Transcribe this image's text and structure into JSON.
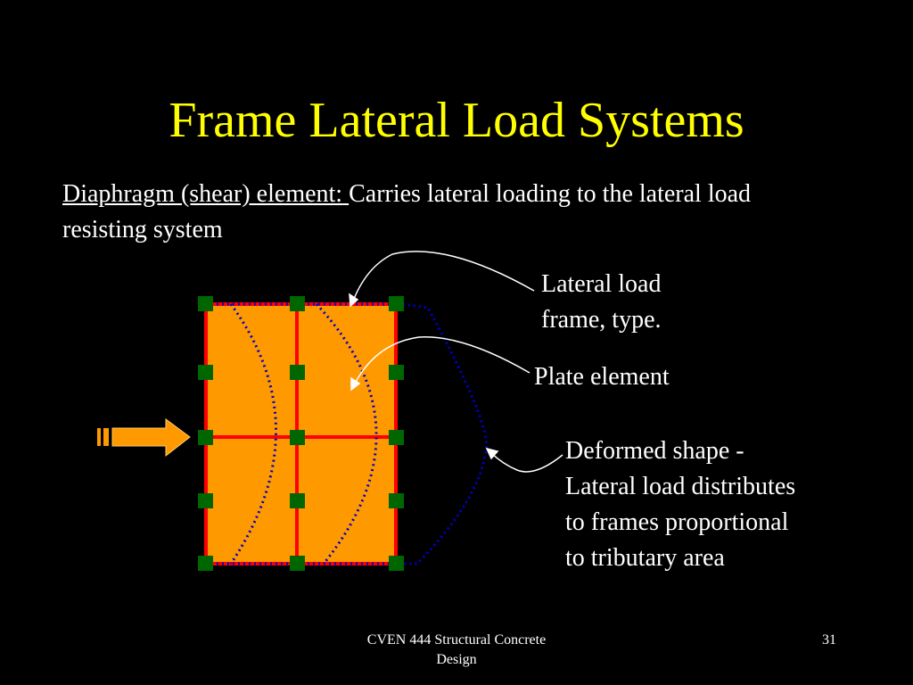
{
  "slide": {
    "title": "Frame Lateral Load Systems",
    "definition_term": "Diaphragm (shear) element:",
    "definition_text": "Carries lateral loading to the lateral load resisting system"
  },
  "labels": {
    "frame_line1": "Lateral load",
    "frame_line2": "frame, type.",
    "plate": "Plate element",
    "deformed_line1": "Deformed shape -",
    "deformed_line2": "Lateral load distributes",
    "deformed_line3": "to frames proportional",
    "deformed_line4": "to tributary area"
  },
  "footer": {
    "course_line1": "CVEN 444 Structural Concrete",
    "course_line2": "Design",
    "page_number": "31"
  },
  "colors": {
    "background": "#000000",
    "title": "#ffff00",
    "text": "#ffffff",
    "plate_fill": "#ff9900",
    "frame_line": "#ff0000",
    "node": "#006600",
    "deformed_line": "#0000cc",
    "arrow_fill": "#ff9900",
    "callout_line": "#ffffff"
  }
}
